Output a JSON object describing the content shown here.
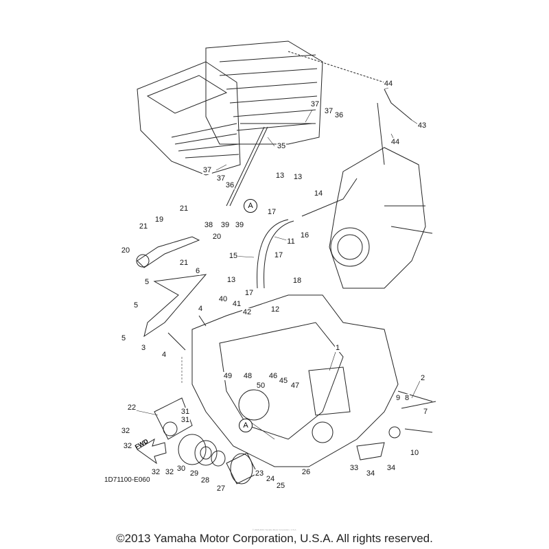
{
  "diagram": {
    "part_code": "1D71100-E060",
    "fwd_label": "FWD",
    "reference_marks": [
      "A",
      "A"
    ],
    "callouts": [
      "44",
      "43",
      "44",
      "37",
      "37",
      "36",
      "35",
      "37",
      "37",
      "36",
      "13",
      "13",
      "14",
      "17",
      "38",
      "39",
      "39",
      "21",
      "21",
      "19",
      "20",
      "20",
      "21",
      "16",
      "11",
      "15",
      "17",
      "5",
      "6",
      "13",
      "18",
      "40",
      "41",
      "17",
      "42",
      "12",
      "5",
      "4",
      "5",
      "3",
      "4",
      "1",
      "49",
      "48",
      "46",
      "45",
      "47",
      "50",
      "2",
      "9",
      "8",
      "7",
      "10",
      "22",
      "31",
      "31",
      "32",
      "32",
      "33",
      "34",
      "34",
      "30",
      "29",
      "32",
      "32",
      "28",
      "27",
      "23",
      "24",
      "26",
      "25"
    ]
  },
  "footer": {
    "copyright": "©2013 Yamaha Motor Corporation, U.S.A. All rights reserved.",
    "watermark": "© 2005-2013 Yamaha Motor Corporation, U.S.A."
  }
}
